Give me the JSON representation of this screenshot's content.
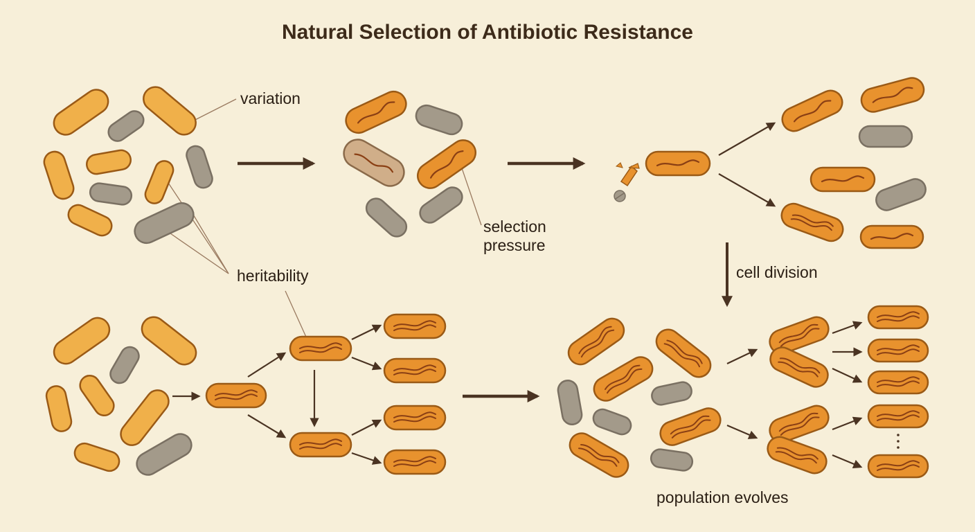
{
  "title": "Natural Selection of Antibiotic Resistance",
  "labels": {
    "variation": "variation",
    "selection_line1": "selection",
    "selection_line2": "pressure",
    "heritability": "heritability",
    "cell_division": "cell division",
    "population_evolves": "population evolves"
  },
  "colors": {
    "background": "#f7efd9",
    "susceptible_yellow": "#f0b04a",
    "resistant_orange": "#e8922e",
    "inactive_gray": "#a39a8a",
    "outline": "#9a5a16",
    "gene_squiggle": "#8a3f14",
    "arrow": "#4a3322",
    "leader_line": "#9a7a60"
  }
}
